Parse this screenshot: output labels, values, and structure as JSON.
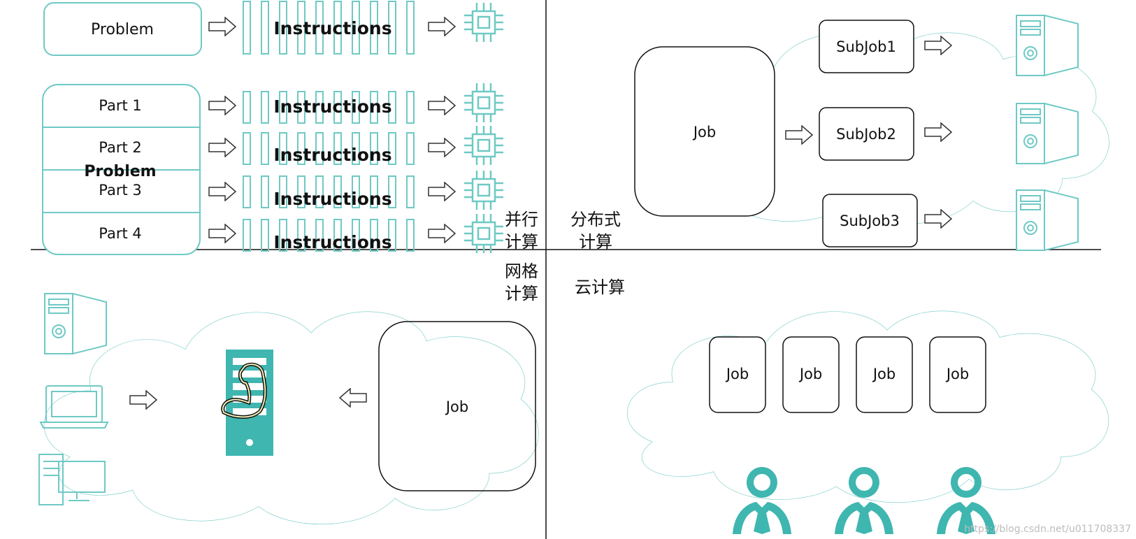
{
  "parallel": {
    "problem_label": "Problem",
    "instructions_label": "Instructions",
    "parts": [
      "Part 1",
      "Part 2",
      "Part 3",
      "Part 4"
    ],
    "section_label": [
      "并行",
      "计算"
    ]
  },
  "distributed": {
    "section_label": [
      "分布式",
      "计算"
    ],
    "job_label": "Job",
    "subjobs": [
      "SubJob1",
      "SubJob2",
      "SubJob3"
    ]
  },
  "grid": {
    "section_label": [
      "网格",
      "计算"
    ],
    "job_label": "Job"
  },
  "cloud": {
    "section_label": "云计算",
    "jobs": [
      "Job",
      "Job",
      "Job",
      "Job"
    ]
  },
  "watermark": "https://blog.csdn.net/u011708337",
  "colors": {
    "accent": "#6fc9c5",
    "ink": "#111111"
  }
}
